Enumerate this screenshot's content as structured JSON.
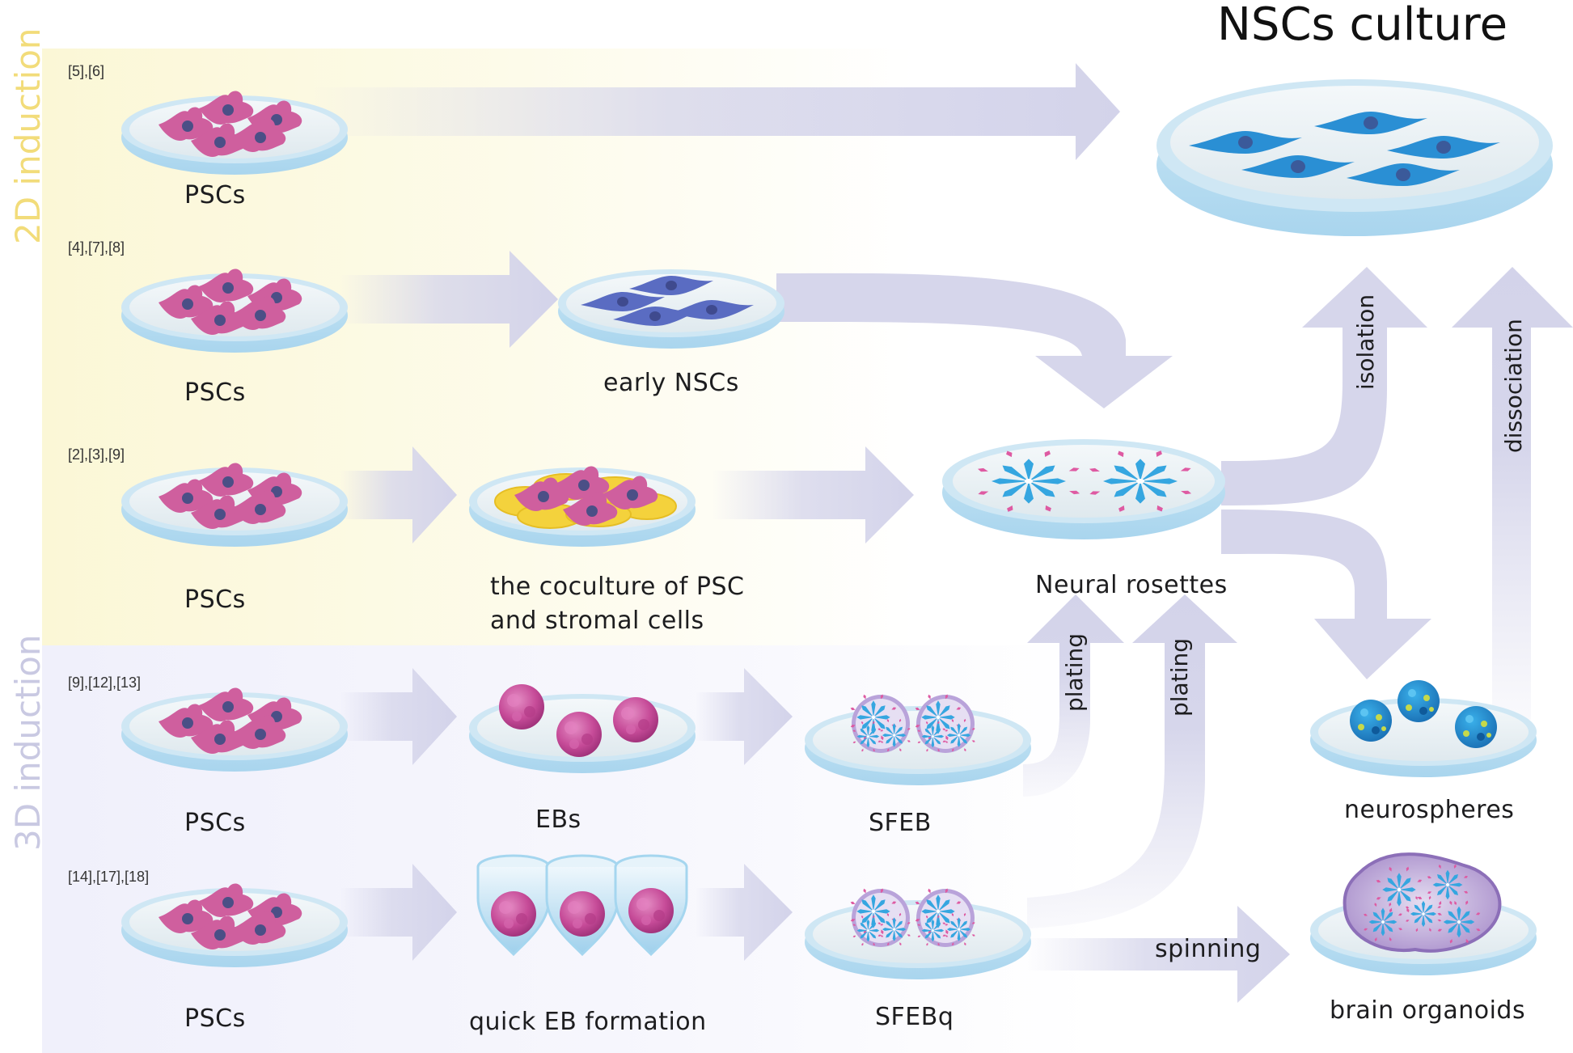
{
  "title": "NSCs culture",
  "sections": {
    "two_d": "2D induction",
    "three_d": "3D induction"
  },
  "refs": [
    "[5],[6]",
    "[4],[7],[8]",
    "[2],[3],[9]",
    "[9],[12],[13]",
    "[14],[17],[18]"
  ],
  "labels": {
    "pscs": "PSCs",
    "early_nscs": "early NSCs",
    "coculture_line1": "the coculture of PSC",
    "coculture_line2": "and stromal cells",
    "neural_rosettes": "Neural rosettes",
    "ebs": "EBs",
    "sfeb": "SFEB",
    "neurospheres": "neurospheres",
    "quick_eb": "quick EB formation",
    "sfebq": "SFEBq",
    "brain_organoids": "brain organoids"
  },
  "arrow_labels": {
    "isolation": "isolation",
    "dissociation": "dissociation",
    "plating": "plating",
    "spinning": "spinning"
  },
  "colors": {
    "section_2d_bg": "#fdfbe6",
    "section_3d_bg": "#f5f5fc",
    "section_2d_text": "#f2dc7a",
    "section_3d_text": "#c9c9e2",
    "arrow": "#d6d6eb",
    "psc_cell": "#cf5f9e",
    "nsc_cell": "#2a8fd4",
    "early_nsc_cell": "#5a6cc2",
    "stromal_cell": "#f4d23c",
    "dish_rim": "#a5d6ef"
  }
}
